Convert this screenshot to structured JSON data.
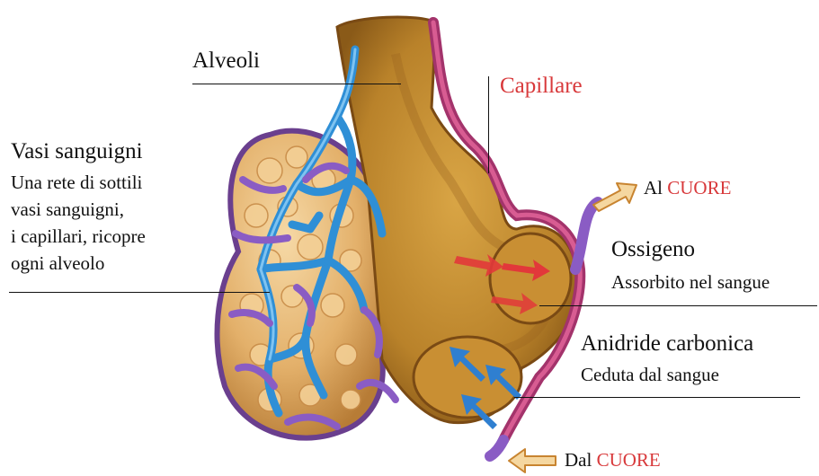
{
  "labels": {
    "alveoli": "Alveoli",
    "capillare": "Capillare",
    "vasi_title": "Vasi sanguigni",
    "vasi_desc_1": "Una rete di sottili",
    "vasi_desc_2": "vasi sanguigni,",
    "vasi_desc_3": "i capillari, ricopre",
    "vasi_desc_4": "ogni alveolo",
    "al_prefix": "Al",
    "al_cuore": "CUORE",
    "ossigeno_title": "Ossigeno",
    "ossigeno_desc": "Assorbito nel sangue",
    "anidride_title": "Anidride carbonica",
    "anidride_desc": "Ceduta dal sangue",
    "dal_prefix": "Dal",
    "dal_cuore": "CUORE"
  },
  "colors": {
    "tissue": "#c8902f",
    "tissue_dark": "#8a5a18",
    "artery": "#2f8fd6",
    "vein": "#8a5cc4",
    "capillary_wall": "#b8386e",
    "oxygen_arrow": "#e2383a",
    "co2_arrow": "#2f7fd0",
    "accent_red": "#d8393b",
    "arrow_fill": "#f0c070"
  }
}
